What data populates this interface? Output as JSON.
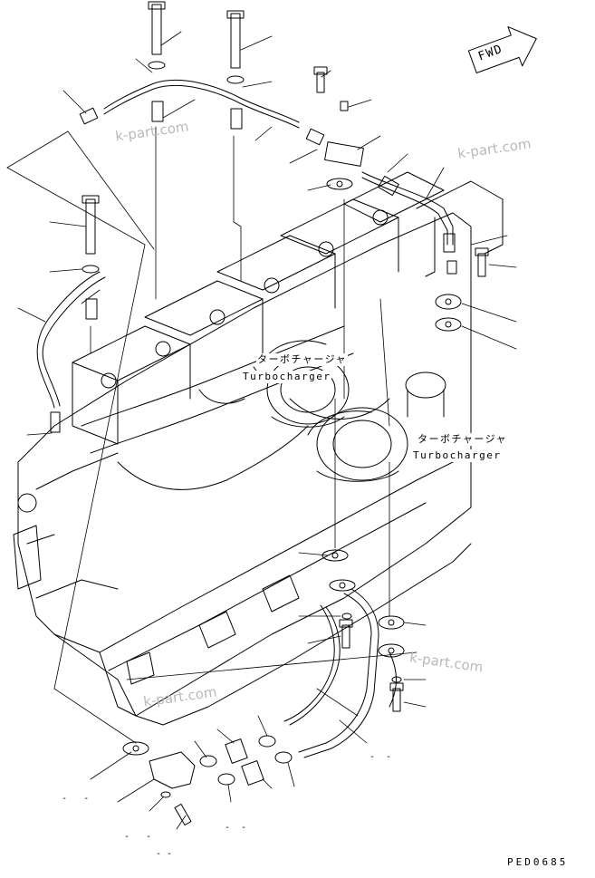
{
  "labels": {
    "turbo1_jp": "ターボチャージャ",
    "turbo1_en": "Turbocharger",
    "turbo2_jp": "ターボチャージャ",
    "turbo2_en": "Turbocharger",
    "fwd": "FWD"
  },
  "watermarks": [
    "k-part.com",
    "k-part.com",
    "k-part.com",
    "k-part.com"
  ],
  "drawing_code": "PED0685",
  "stroke_color": "#000000",
  "watermark_color": "#b9b9b9"
}
